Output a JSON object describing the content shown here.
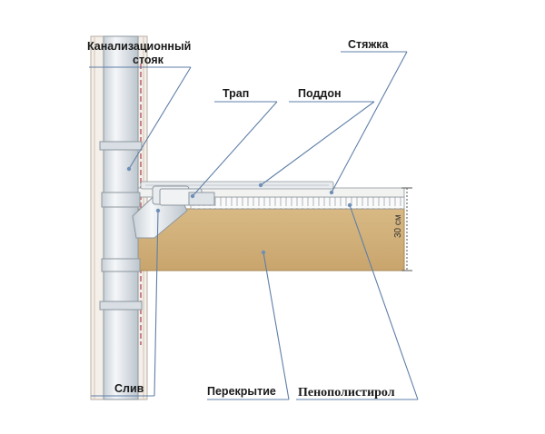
{
  "labels": {
    "riser": [
      "Канализационный",
      "стояк"
    ],
    "screed": "Стяжка",
    "drain_trap": "Трап",
    "tray": "Поддон",
    "outlet": "Слив",
    "slab": "Перекрытие",
    "foam": "Пенополистирол",
    "height": "30 см"
  },
  "colors": {
    "slab": "#d2b07a",
    "wall": "#f4efe8",
    "pipe": "#e6ebef",
    "leader": "#5f7fa8",
    "screed": "#f2f2f0"
  }
}
